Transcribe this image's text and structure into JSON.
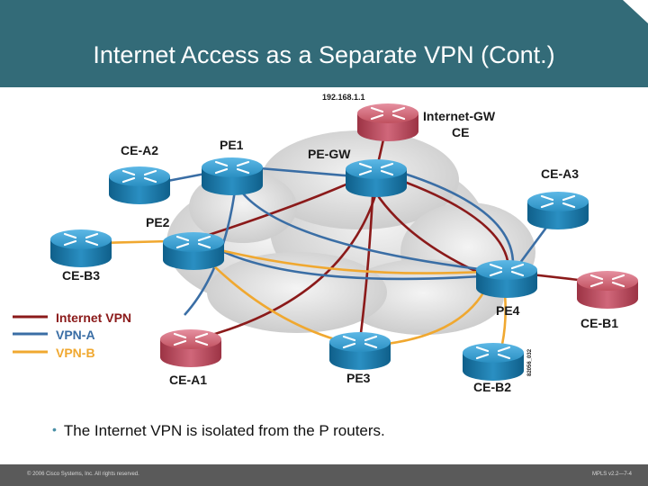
{
  "slide": {
    "title": "Internet Access as a Separate VPN (Cont.)",
    "bullet": "The Internet VPN is isolated from the P routers.",
    "footer_left": "© 2006 Cisco Systems, Inc. All rights reserved.",
    "footer_right": "MPLS v2.2—7-4"
  },
  "colors": {
    "title_bar": "#336b78",
    "internet_vpn": "#8b1a1a",
    "vpn_a": "#3a6ea5",
    "vpn_b": "#f0a830",
    "router_blue": "#1f7fb0",
    "router_red": "#c0505e"
  },
  "diagram": {
    "ip_label": "192.168.1.1",
    "gw_label_1": "Internet-GW",
    "gw_label_2": "CE",
    "routers": {
      "ce_a2": "CE-A2",
      "pe1": "PE1",
      "pe_gw": "PE-GW",
      "ce_a3": "CE-A3",
      "pe2": "PE2",
      "ce_b3": "CE-B3",
      "pe4": "PE4",
      "ce_b1": "CE-B1",
      "ce_a1": "CE-A1",
      "pe3": "PE3",
      "ce_b2": "CE-B2"
    },
    "legend": [
      {
        "label": "Internet VPN",
        "color": "#8b1a1a"
      },
      {
        "label": "VPN-A",
        "color": "#3a6ea5"
      },
      {
        "label": "VPN-B",
        "color": "#f0a830"
      }
    ],
    "side_code": "82056_032"
  }
}
